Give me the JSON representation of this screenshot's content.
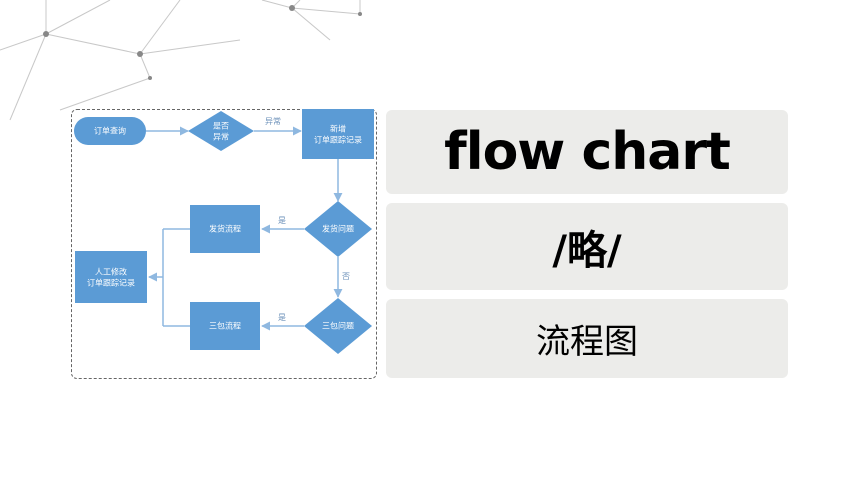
{
  "slide": {
    "title": "flow chart",
    "pronunciation": "/略/",
    "chinese": "流程图"
  },
  "flowchart": {
    "nodes": {
      "start": "订单查询",
      "decision_exception": "是否\n异常",
      "new_record": "新增\n订单跟踪记录",
      "decision_shipping": "发货问题",
      "shipping_process": "发货流程",
      "manual_edit": "人工修改\n订单跟踪记录",
      "decision_warranty": "三包问题",
      "warranty_process": "三包流程"
    },
    "edge_labels": {
      "exception": "异常",
      "yes_shipping": "是",
      "no": "否",
      "yes_warranty": "是"
    }
  },
  "colors": {
    "node_fill": "#5b9bd5",
    "node_text": "#ffffff",
    "connector": "#8fb8e0",
    "edge_label": "#6a8fb8",
    "card_bg": "#ececea"
  }
}
